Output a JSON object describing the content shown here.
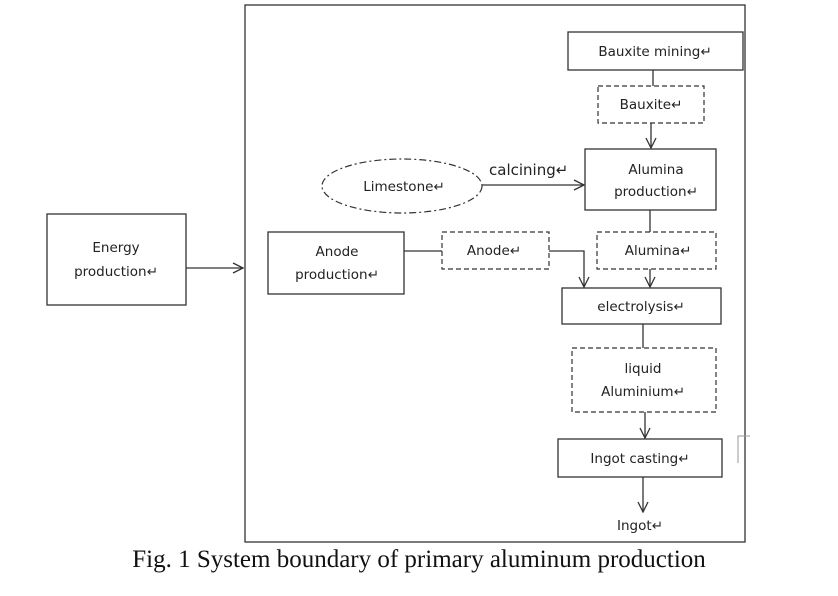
{
  "diagram": {
    "nodes": {
      "bauxite_mining": "Bauxite mining↵",
      "bauxite": "Bauxite↵",
      "alumina_production_1": "Alumina",
      "alumina_production_2": "production↵",
      "limestone": "Limestone↵",
      "calcining": "calcining↵",
      "energy_production_1": "Energy",
      "energy_production_2": "production↵",
      "anode_production_1": "Anode",
      "anode_production_2": "production↵",
      "anode": "Anode↵",
      "alumina": "Alumina↵",
      "electrolysis": "electrolysis↵",
      "liquid_aluminium_1": "liquid",
      "liquid_aluminium_2": "Aluminium↵",
      "ingot_casting": "Ingot casting↵",
      "ingot": "Ingot↵"
    }
  },
  "caption": "Fig. 1 System boundary of primary aluminum production"
}
